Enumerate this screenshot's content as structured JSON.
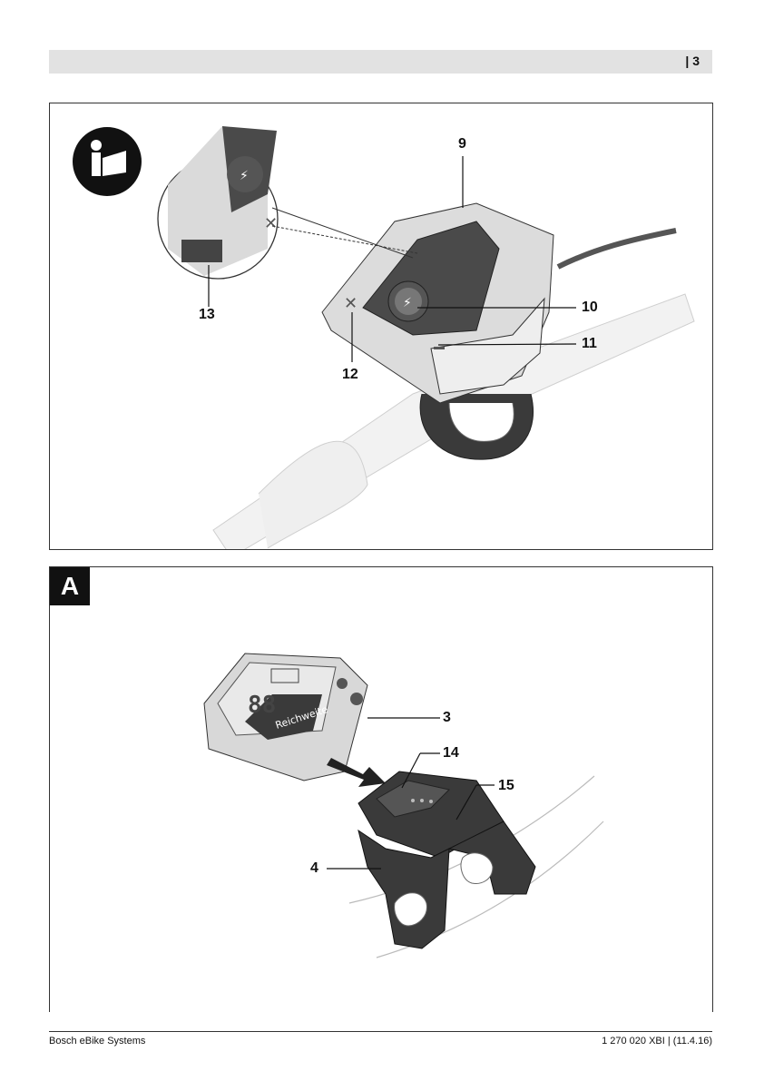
{
  "header": {
    "page_number": "| 3"
  },
  "figure_1": {
    "callouts": {
      "c9": "9",
      "c10": "10",
      "c11": "11",
      "c12": "12",
      "c13": "13"
    }
  },
  "figure_2": {
    "section_label": "A",
    "display_text": "Reichweite",
    "callouts": {
      "c3": "3",
      "c14": "14",
      "c15": "15",
      "c4": "4"
    }
  },
  "footer": {
    "left": "Bosch eBike Systems",
    "right": "1 270 020 XBI | (11.4.16)"
  }
}
